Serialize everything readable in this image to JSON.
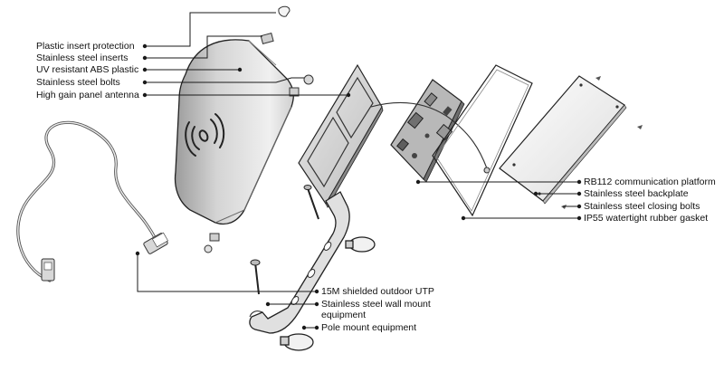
{
  "diagram": {
    "labels": {
      "plastic_insert_protection": "Plastic insert protection",
      "stainless_steel_inserts": "Stainless steel inserts",
      "uv_resistant_abs_plastic": "UV resistant ABS plastic",
      "stainless_steel_bolts": "Stainless steel bolts",
      "high_gain_panel_antenna": "High gain panel antenna",
      "rb112_platform": "RB112 communication platform",
      "stainless_steel_backplate": "Stainless steel backplate",
      "stainless_steel_closing_bolts": "Stainless steel closing bolts",
      "ip55_gasket": "IP55 watertight rubber gasket",
      "utp_cable": "15M shielded outdoor UTP",
      "wall_mount": "Stainless steel wall mount equipment",
      "pole_mount": "Pole mount equipment"
    },
    "colors": {
      "line": "#1a1a1a",
      "enclosure_fill": "#d9d9d9",
      "panel_fill": "#e6e6e6",
      "board_fill": "#bdbdbd",
      "backplate_fill": "#f2f2f2"
    }
  }
}
